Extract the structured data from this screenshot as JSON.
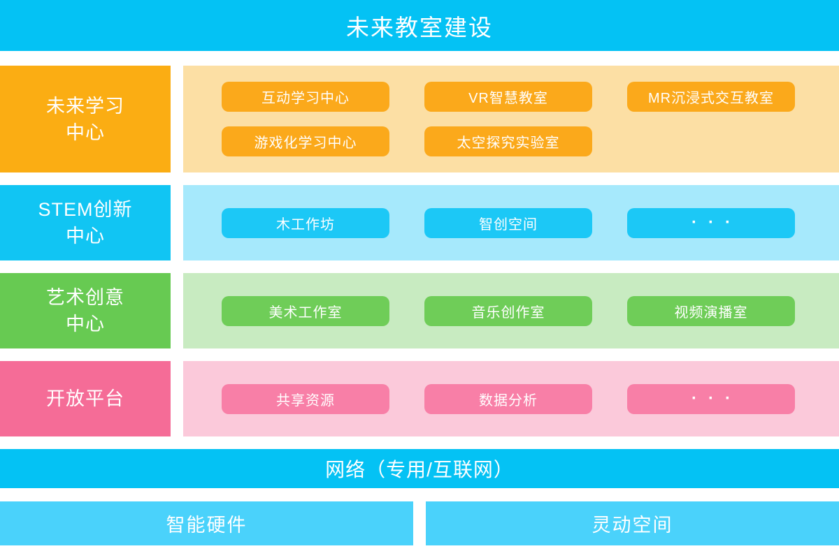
{
  "title": "未来教室建设",
  "colors": {
    "cyan": "#04c2f4",
    "cyanSide": "#11c5f3",
    "cyanChip": "#1cc8f6",
    "cyanLight": "#a6e9fc",
    "cyanBottom": "#4ad2fb",
    "orange": "#fbad13",
    "orangeChip": "#fba91b",
    "orangeLight": "#fcdfa4",
    "green": "#67ca52",
    "greenChip": "#6fcd58",
    "greenLight": "#c8ebc1",
    "pink": "#f56c97",
    "pinkChip": "#f87fa7",
    "pinkLight": "#fbc9da"
  },
  "rows": [
    {
      "label_lines": [
        "未来学习",
        "中心"
      ],
      "items": [
        "互动学习中心",
        "VR智慧教室",
        "MR沉浸式交互教室",
        "游戏化学习中心",
        "太空探究实验室"
      ]
    },
    {
      "label_lines": [
        "STEM创新",
        "中心"
      ],
      "items": [
        "木工作坊",
        "智创空间",
        "···"
      ]
    },
    {
      "label_lines": [
        "艺术创意",
        "中心"
      ],
      "items": [
        "美术工作室",
        "音乐创作室",
        "视频演播室"
      ]
    },
    {
      "label_lines": [
        "开放平台"
      ],
      "items": [
        "共享资源",
        "数据分析",
        "···"
      ]
    }
  ],
  "network_bar": "网络（专用/互联网）",
  "bottom_boxes": [
    "智能硬件",
    "灵动空间"
  ]
}
